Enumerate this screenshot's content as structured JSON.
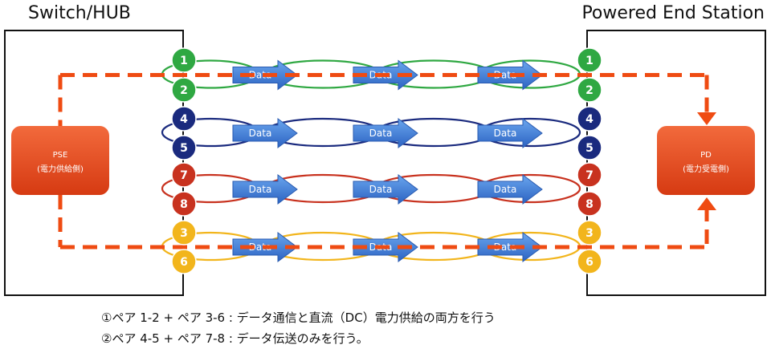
{
  "titles": {
    "left": "Switch/HUB",
    "right": "Powered End Station"
  },
  "devices": {
    "pse": {
      "name": "PSE",
      "sub": "(電力供給側)"
    },
    "pd": {
      "name": "PD",
      "sub": "(電力受電側)"
    }
  },
  "data_label": "Data",
  "pairs": [
    {
      "pins": [
        "1",
        "2"
      ],
      "color": "#2fa842",
      "power": true
    },
    {
      "pins": [
        "4",
        "5"
      ],
      "color": "#1a2a7e",
      "power": false
    },
    {
      "pins": [
        "7",
        "8"
      ],
      "color": "#c8321f",
      "power": false
    },
    {
      "pins": [
        "3",
        "6"
      ],
      "color": "#f2b51c",
      "power": true
    }
  ],
  "colors": {
    "power_dashed": "#ef4b12",
    "device": "#e8461c",
    "arrow": "#3b7fd8"
  },
  "captions": [
    "①ペア 1-2 + ペア 3-6 : データ通信と直流（DC）電力供給の両方を行う",
    "②ペア 4-5 + ペア 7-8 : データ伝送のみを行う。"
  ]
}
